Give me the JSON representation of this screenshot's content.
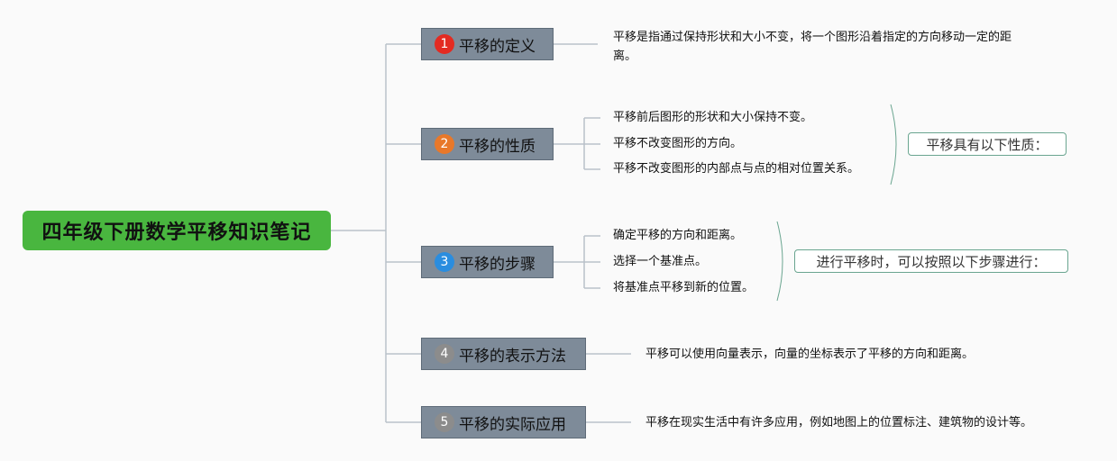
{
  "root": {
    "title": "四年级下册数学平移知识笔记"
  },
  "topics": [
    {
      "num": "1",
      "label": "平移的定义",
      "badge_color": "#e32b22"
    },
    {
      "num": "2",
      "label": "平移的性质",
      "badge_color": "#e8782a"
    },
    {
      "num": "3",
      "label": "平移的步骤",
      "badge_color": "#2a8ddf"
    },
    {
      "num": "4",
      "label": "平移的表示方法",
      "badge_color": "#8c8c8c"
    },
    {
      "num": "5",
      "label": "平移的实际应用",
      "badge_color": "#8c8c8c"
    }
  ],
  "definition": {
    "line1": "平移是指通过保持形状和大小不变，将一个图形沿着指定的方向移动一定的距",
    "line2": "离。"
  },
  "properties": {
    "items": [
      "平移前后图形的形状和大小保持不变。",
      "平移不改变图形的方向。",
      "平移不改变图形的内部点与点的相对位置关系。"
    ],
    "summary": "平移具有以下性质："
  },
  "steps": {
    "items": [
      "确定平移的方向和距离。",
      "选择一个基准点。",
      "将基准点平移到新的位置。"
    ],
    "summary": "进行平移时，可以按照以下步骤进行："
  },
  "representation": {
    "text": "平移可以使用向量表示，向量的坐标表示了平移的方向和距离。"
  },
  "application": {
    "text": "平移在现实生活中有许多应用，例如地图上的位置标注、建筑物的设计等。"
  },
  "colors": {
    "root_fill": "#49b63f",
    "topic_fill": "#7e8b99",
    "line": "#b9c1c9",
    "summary_border": "#6aa590"
  }
}
